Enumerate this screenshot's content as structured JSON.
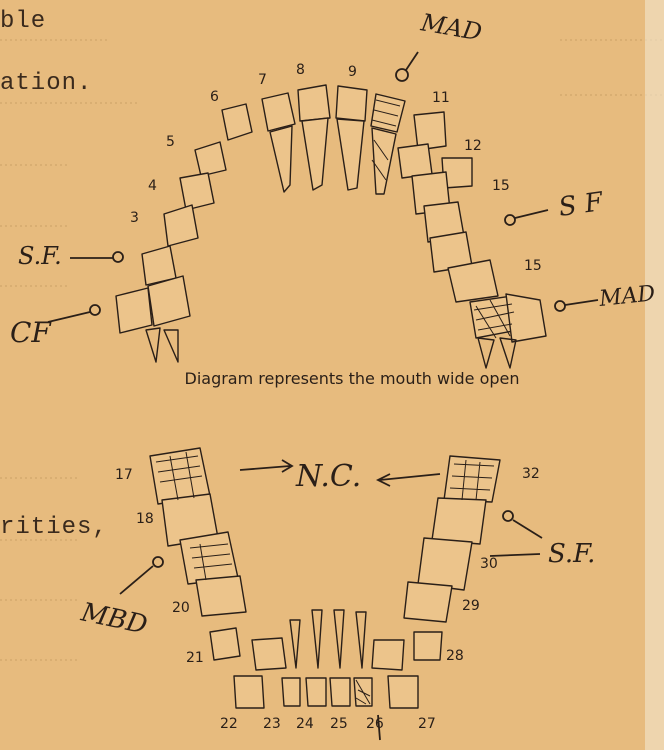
{
  "left_margin_text": {
    "line1": "ble",
    "line2": "ation.",
    "line3": "rities,"
  },
  "caption": "Diagram represents the mouth wide open",
  "upper_tooth_numbers": [
    "3",
    "4",
    "5",
    "6",
    "7",
    "8",
    "9",
    "11",
    "12",
    "15",
    "15"
  ],
  "lower_tooth_numbers": [
    "17",
    "18",
    "20",
    "21",
    "22",
    "23",
    "24",
    "25",
    "26",
    "27",
    "28",
    "29",
    "30",
    "32"
  ],
  "annotations": {
    "mad_top": "MAD",
    "sf_right": "S F",
    "mad_right": "MAD",
    "sf_left": "S.F.",
    "cf_left": "CF",
    "nc": "N.C.",
    "sf_lower": "S.F.",
    "mbd": "MBD"
  },
  "colors": {
    "paper": "#e7bb7e",
    "ink": "#2a1f18"
  }
}
